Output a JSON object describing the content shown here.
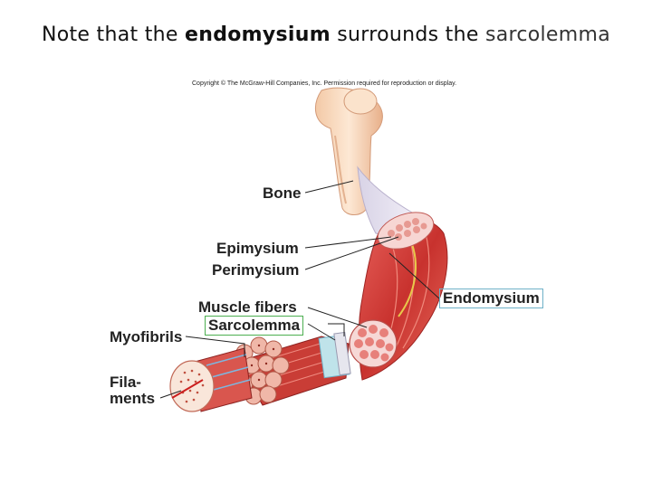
{
  "title": {
    "part1": "Note that the ",
    "part2": "endomysium",
    "part3": " surrounds the ",
    "part4": "sarcolemma"
  },
  "figure": {
    "copyright": "Copyright © The McGraw-Hill Companies, Inc. Permission required for reproduction or display.",
    "labels": {
      "bone": "Bone",
      "epimysium": "Epimysium",
      "perimysium": "Perimysium",
      "endomysium": "Endomysium",
      "muscle_fibers": "Muscle fibers",
      "sarcolemma": "Sarcolemma",
      "myofibrils": "Myofibrils",
      "filaments_line1": "Fila-",
      "filaments_line2": "ments"
    }
  }
}
